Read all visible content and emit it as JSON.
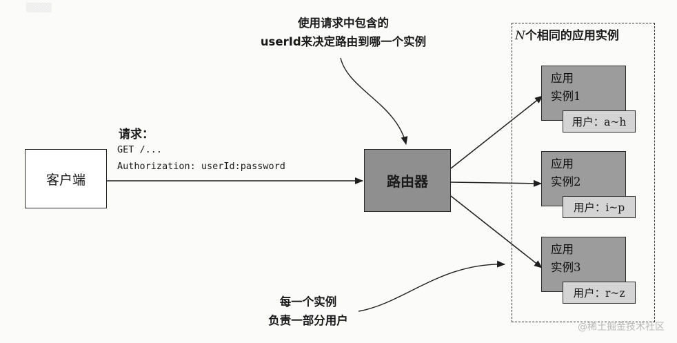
{
  "client": {
    "label": "客户端"
  },
  "router": {
    "label": "路由器"
  },
  "request": {
    "title": "请求：",
    "lines": [
      "GET /...",
      "Authorization: userId:password"
    ]
  },
  "callout_top": {
    "line1": "使用请求中包含的",
    "line2": "userId来决定路由到哪一个实例"
  },
  "callout_bottom": {
    "line1": "每一个实例",
    "line2": "负责一部分用户"
  },
  "group": {
    "title_n": "N",
    "title_rest": "个相同的应用实例"
  },
  "instances": [
    {
      "line1": "应用",
      "line2": "实例1",
      "users": "用户：a~h"
    },
    {
      "line1": "应用",
      "line2": "实例2",
      "users": "用户：i~p"
    },
    {
      "line1": "应用",
      "line2": "实例3",
      "users": "用户：r~z"
    }
  ],
  "watermark": "@稀土掘金技术社区"
}
